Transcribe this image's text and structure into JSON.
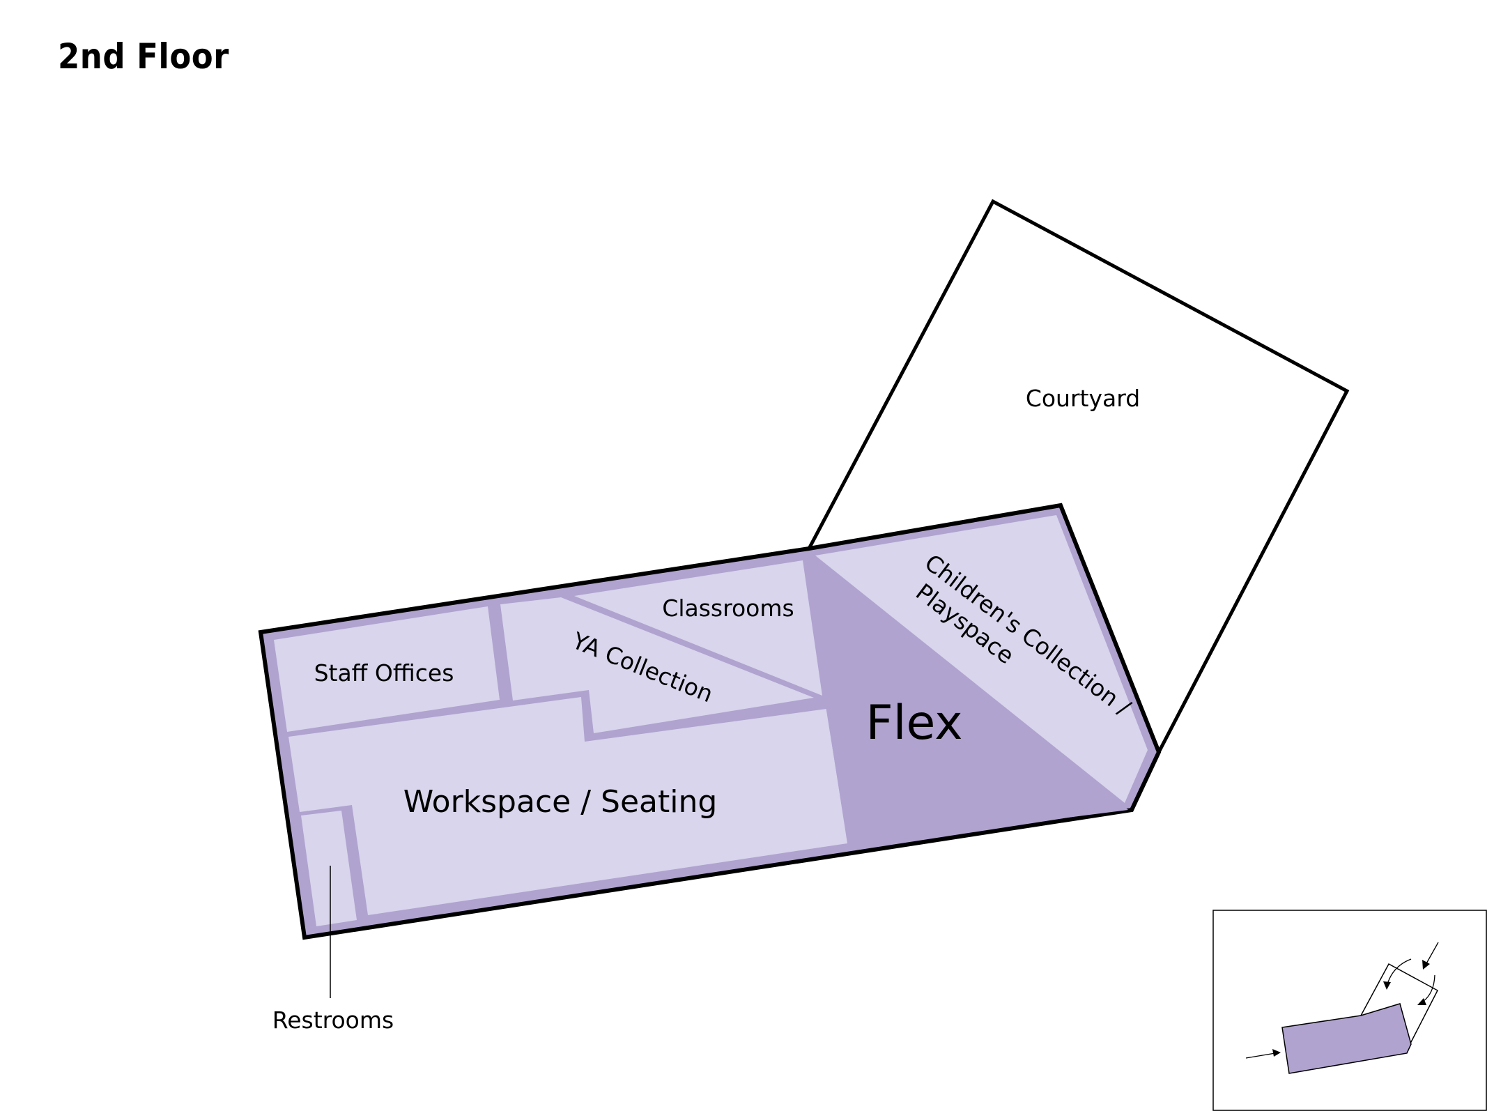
{
  "title": "2nd Floor",
  "colors": {
    "room_fill": "#d8d5ec",
    "wall": "#b0a3cf",
    "flex_fill": "#b0a3cf",
    "outline": "#000000",
    "courtyard_fill": "#ffffff"
  },
  "rooms": {
    "courtyard": "Courtyard",
    "staff_offices": "Staff Offices",
    "classrooms": "Classrooms",
    "ya_collection": "YA Collection",
    "childrens_line1": "Children's Collection /",
    "childrens_line2": "Playspace",
    "flex": "Flex",
    "workspace": "Workspace / Seating",
    "restrooms": "Restrooms"
  },
  "inset": {
    "label": "location-overview-inset",
    "arrows": [
      "entry-arrow-west",
      "entry-arrow-northeast",
      "curved-arrow-courtyard-1",
      "curved-arrow-courtyard-2"
    ]
  }
}
